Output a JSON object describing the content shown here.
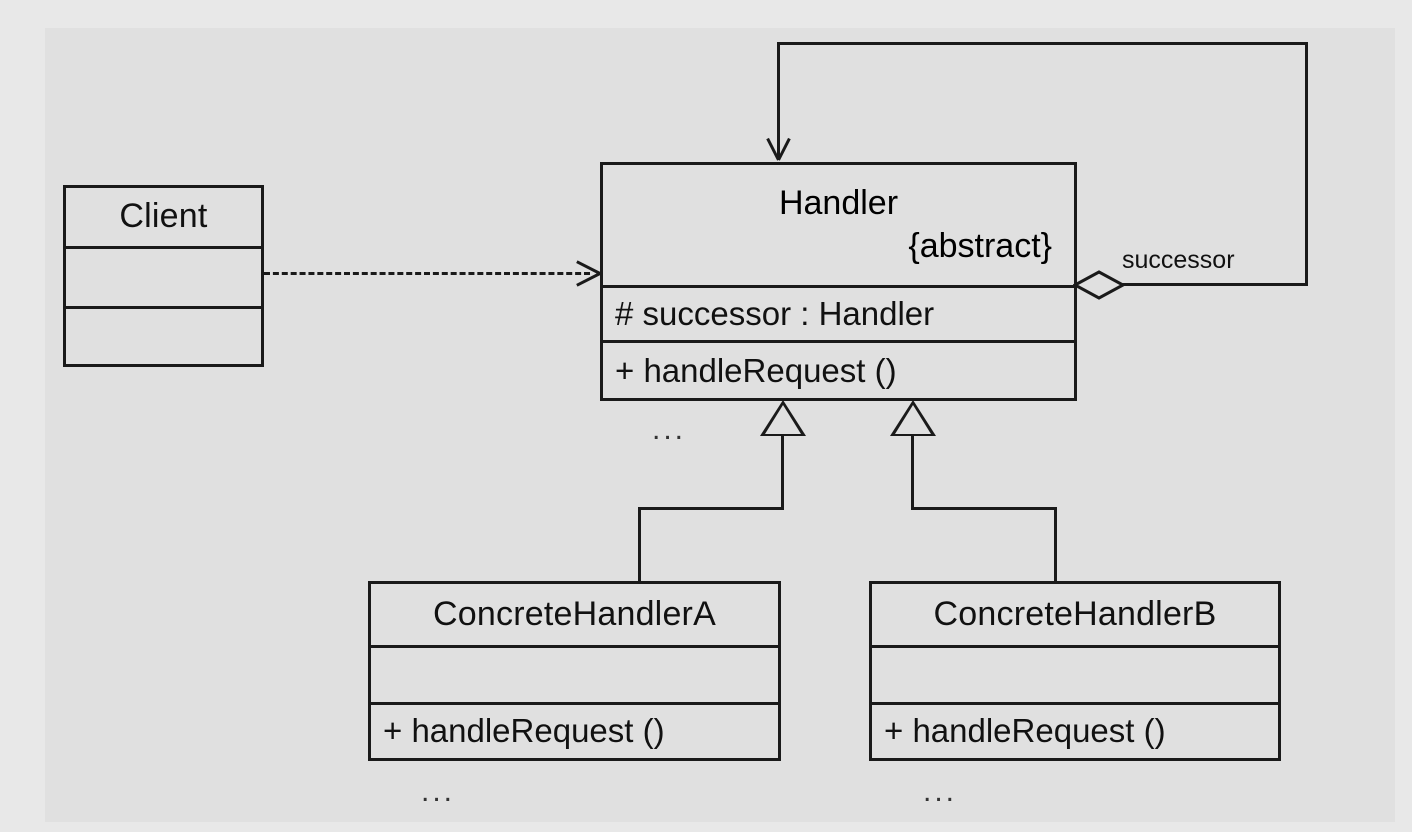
{
  "diagram": {
    "title": "Chain of Responsibility UML class diagram",
    "background_color": "#e0e0e0",
    "line_color": "#1a1a1a"
  },
  "classes": {
    "client": {
      "name": "Client",
      "attributes_placeholder": "",
      "operations_placeholder": ""
    },
    "handler": {
      "name": "Handler",
      "stereotype": "{abstract}",
      "attribute": "#  successor  :  Handler",
      "operation": "+  handleRequest ()",
      "ellipsis": "..."
    },
    "concrete_a": {
      "name": "ConcreteHandlerA",
      "attributes_placeholder": "",
      "operation": "+  handleRequest ()",
      "ellipsis": "..."
    },
    "concrete_b": {
      "name": "ConcreteHandlerB",
      "attributes_placeholder": "",
      "operation": "+  handleRequest ()",
      "ellipsis": "..."
    }
  },
  "relationships": {
    "client_to_handler": {
      "type": "dependency",
      "style": "dashed-open-arrow",
      "label": ""
    },
    "handler_successor": {
      "type": "aggregation",
      "style": "hollow-diamond-self-loop",
      "label": "successor"
    },
    "generalization_a": {
      "type": "generalization",
      "style": "hollow-triangle",
      "label": ""
    },
    "generalization_b": {
      "type": "generalization",
      "style": "hollow-triangle",
      "label": ""
    }
  }
}
